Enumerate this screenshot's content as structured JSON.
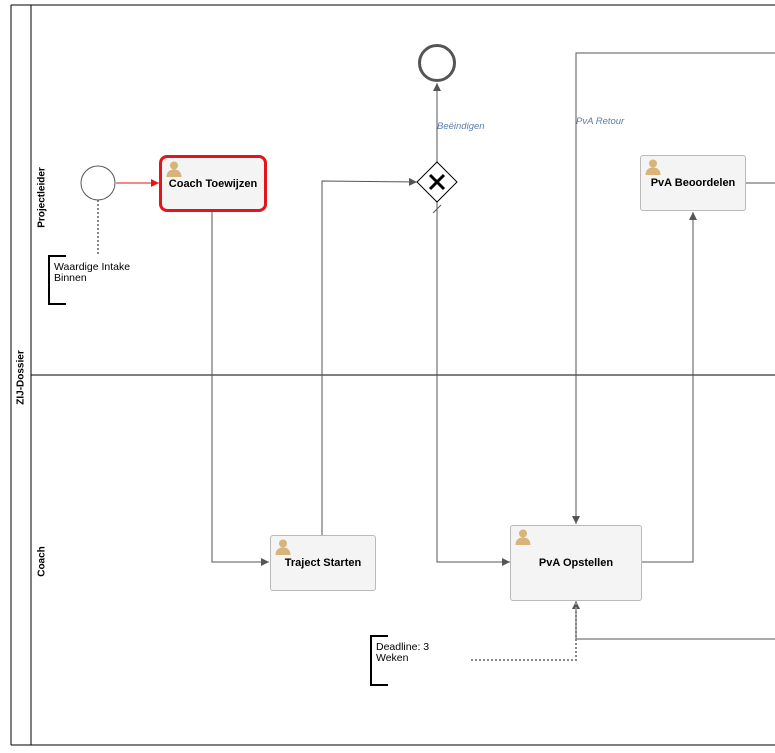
{
  "pool": {
    "name": "ZIJ-Dossier"
  },
  "lanes": [
    {
      "id": "projectleider",
      "name": "Projectleider"
    },
    {
      "id": "coach",
      "name": "Coach"
    }
  ],
  "tasks": {
    "coach_toewijzen": "Coach Toewijzen",
    "traject_starten": "Traject Starten",
    "pva_beoordelen": "PvA Beoordelen",
    "pva_opstellen": "PvA Opstellen"
  },
  "flow_labels": {
    "beeindigen": "Beëindigen",
    "pva_retour": "PvA Retour"
  },
  "annotations": {
    "intake": [
      "Waardige Intake",
      "Binnen"
    ],
    "deadline": [
      "Deadline: 3",
      "Weken"
    ]
  },
  "colors": {
    "selected_border": "#e3151a",
    "task_fill": "#f4f4f4",
    "flow_label": "#5b7fa8",
    "user_icon": "#d8b47a"
  },
  "icons": {
    "task_marker": "user-icon",
    "gateway_marker": "x-icon"
  }
}
